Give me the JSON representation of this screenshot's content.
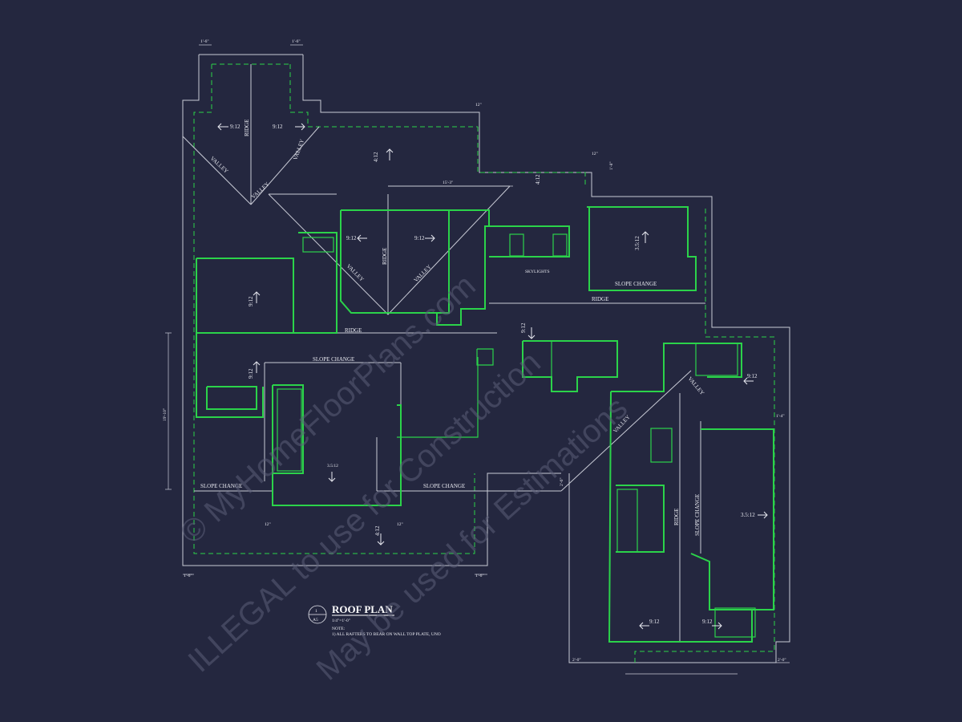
{
  "title_block": {
    "number": "1",
    "sheet": "A5",
    "title": "ROOF PLAN",
    "scale": "1/4\"=1'-0\"",
    "note_heading": "NOTE:",
    "note_1": "1) ALL RAFTERS TO BEAR ON WALL TOP PLATE, UNO"
  },
  "watermarks": {
    "line1": "© MyHomeFloorPlans.com",
    "line2": "ILLEGAL to use for Construction",
    "line3": "May be used for Estimations"
  },
  "labels": {
    "ridge": "RIDGE",
    "valley": "VALLEY",
    "slope_change": "SLOPE CHANGE",
    "skylights": "SKYLIGHTS"
  },
  "pitches": {
    "p912": "9:12",
    "p412": "4:12",
    "p3512": "3.5:12"
  },
  "dimensions": {
    "d15_3": "15'-3\"",
    "d19_10": "19'-10\"",
    "d1_6": "1'-6\"",
    "d2_0": "2'-0\"",
    "d12": "12\"",
    "d1_4": "1'-4\"",
    "d1_8": "1'-8\"",
    "d2_6": "2'-6\""
  },
  "colors": {
    "background": "#24273f",
    "walls": "#2bd34a",
    "roof_lines": "#c9cbd6",
    "text": "#e8e9f0"
  }
}
